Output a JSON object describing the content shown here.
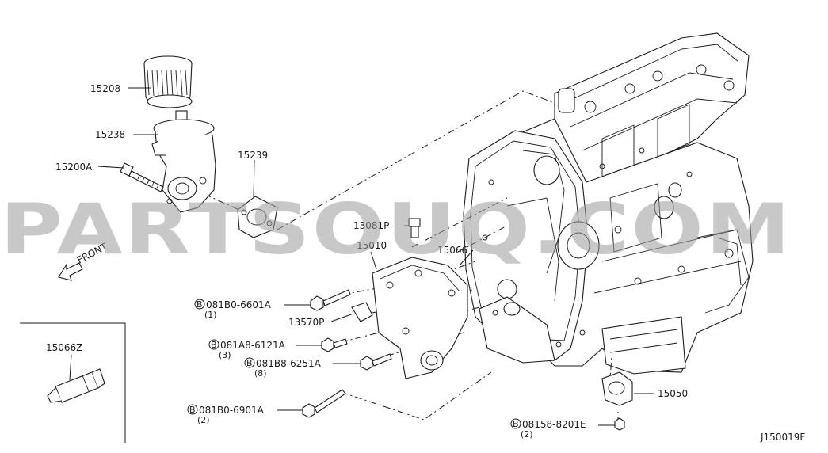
{
  "watermark": "PARTSOUQ.COM",
  "diagram_code": "J150019F",
  "direction_label": "FRONT",
  "inset_part": "15066Z",
  "parts": {
    "p15208": "15208",
    "p15238": "15238",
    "p15200A": "15200A",
    "p15239": "15239",
    "p13081P": "13081P",
    "p15010": "15010",
    "p15066": "15066",
    "p13570P": "13570P",
    "p15050": "15050"
  },
  "bolts": [
    {
      "code": "081B0-6601A",
      "qty": "(1)"
    },
    {
      "code": "081A8-6121A",
      "qty": "(3)"
    },
    {
      "code": "081B8-6251A",
      "qty": "(8)"
    },
    {
      "code": "081B0-6901A",
      "qty": "(2)"
    },
    {
      "code": "08158-8201E",
      "qty": "(2)"
    }
  ],
  "bolt_prefix": "B"
}
